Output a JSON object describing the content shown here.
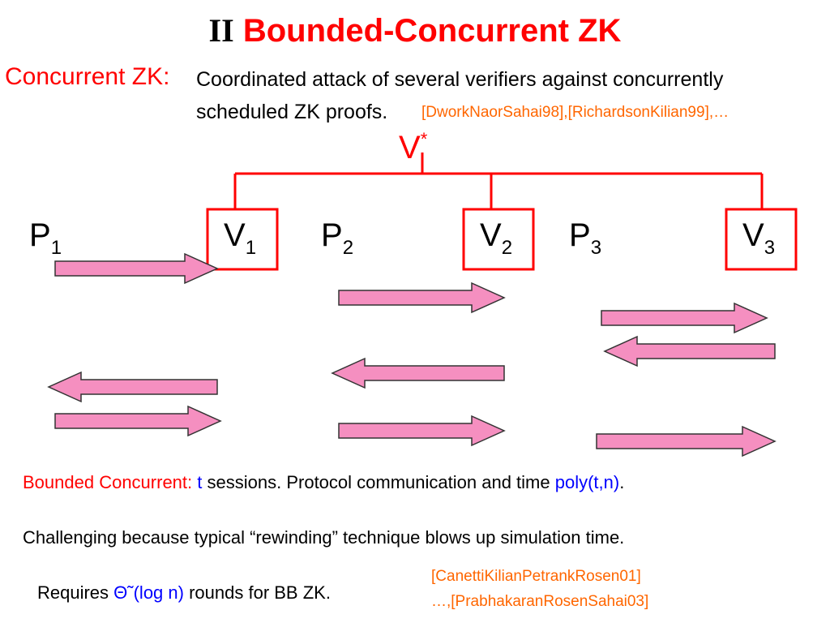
{
  "title": {
    "roman": "II",
    "main": "Bounded-Concurrent ZK"
  },
  "intro": {
    "label": "Concurrent ZK:",
    "line1": "Coordinated attack of several verifiers against concurrently",
    "line2": "scheduled ZK proofs.",
    "citation": "[DworkNaorSahai98],[RichardsonKilian99],…"
  },
  "adversary": {
    "base": "V",
    "sup": "*"
  },
  "parties": [
    {
      "base": "P",
      "sub": "1"
    },
    {
      "base": "V",
      "sub": "1"
    },
    {
      "base": "P",
      "sub": "2"
    },
    {
      "base": "V",
      "sub": "2"
    },
    {
      "base": "P",
      "sub": "3"
    },
    {
      "base": "V",
      "sub": "3"
    }
  ],
  "bounded": {
    "label": "Bounded Concurrent:",
    "t": "t",
    "mid": "sessions. Protocol communication and time",
    "poly": "poly(t,n)",
    "end": "."
  },
  "challenge": "Challenging because typical “rewinding” technique blows up simulation time.",
  "requires": {
    "pre": "Requires",
    "theta": "Θ˜(log n)",
    "post": "rounds for BB ZK.",
    "cite1": "[CanettiKilianPetrankRosen01]",
    "cite2": "…,[PrabhakaranRosenSahai03]"
  },
  "colors": {
    "accent": "#ff0000",
    "citation": "#ff6600",
    "math": "#0000ff",
    "arrow_fill": "#f58fc0"
  }
}
